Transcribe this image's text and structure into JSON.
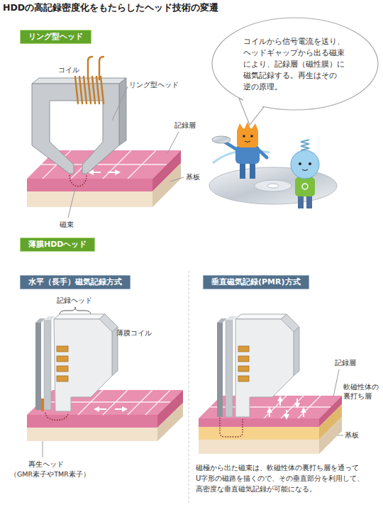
{
  "diagram": {
    "title": "HDDの高記録密度化をもたらしたヘッド技術の変遷",
    "nodes": [
      {
        "text": [
          "リング型ヘッド"
        ]
      },
      {
        "text": [
          "コイルから信号電流を送り、 ヘッドギャップから出る磁束 により、記録層（磁性膜）に 磁気記録する。再生はその 逆の原理。"
        ]
      },
      {
        "text": [
          "薄膜HDDヘッド"
        ]
      },
      {
        "text": [
          "水平（長手）磁気記録方式"
        ]
      },
      {
        "text": [
          "垂直磁気記録(PMR)方式"
        ]
      }
    ],
    "labels": [
      "コイル",
      "リング型ヘッド",
      "記録層",
      "基板",
      "磁束",
      "記録ヘッド",
      "薄膜コイル",
      "再生ヘッド",
      "（GMR素子やTMR素子）",
      "記録層",
      "軟磁性体の裏打ち層",
      "基板",
      "磁極から出た磁束は、軟磁性体の裏打ち層を通って U字形の磁路を描くので、その垂直部分を利用して、 高密度な垂直磁気記録が可能になる。"
    ]
  }
}
